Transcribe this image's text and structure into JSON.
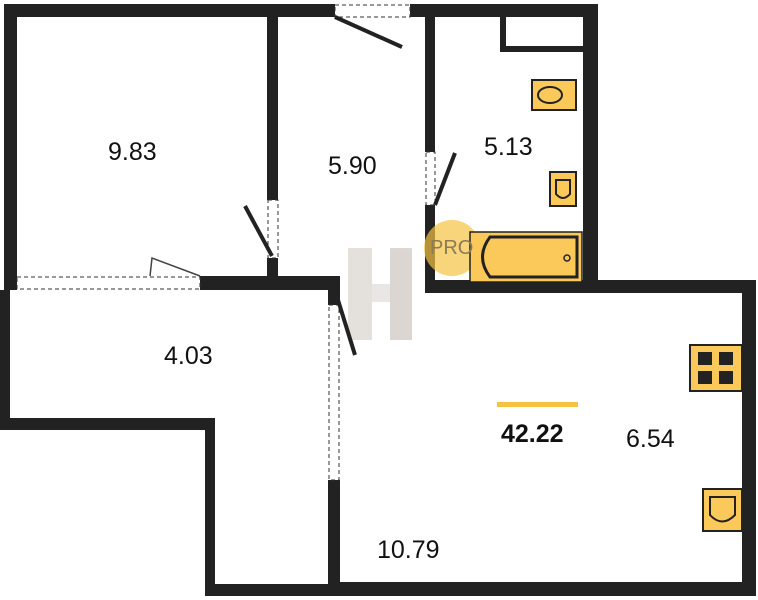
{
  "plan": {
    "rooms": [
      {
        "id": "bedroom",
        "area": "9.83"
      },
      {
        "id": "hall",
        "area": "5.90"
      },
      {
        "id": "bathroom",
        "area": "5.13"
      },
      {
        "id": "balcony",
        "area": "4.03"
      },
      {
        "id": "kitchen",
        "area": "6.54"
      },
      {
        "id": "living",
        "area": "10.79"
      }
    ],
    "total_area": "42.22",
    "badge": "PRO"
  },
  "colors": {
    "wall": "#222222",
    "accent": "#f5c242",
    "fixture": "#fbc85a"
  }
}
